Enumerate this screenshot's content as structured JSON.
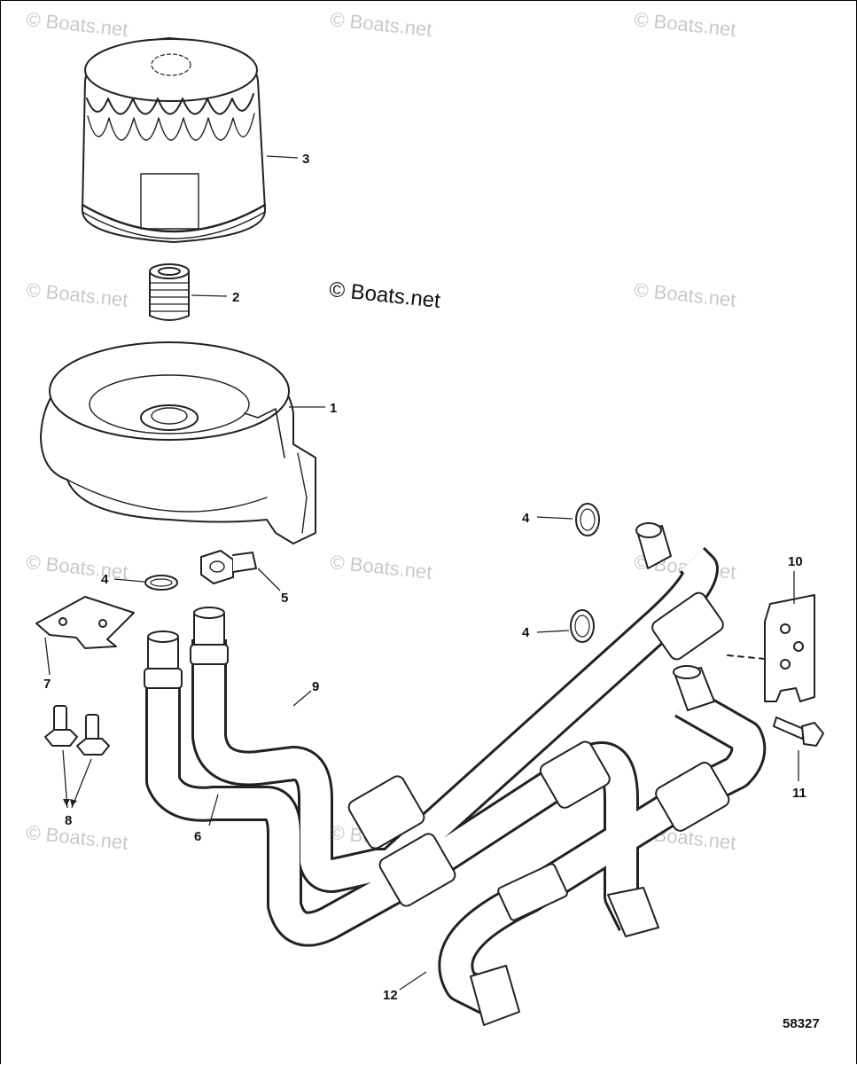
{
  "diagram": {
    "watermark": "© Boats.net",
    "figure_number": "58327",
    "callouts": [
      {
        "id": "c1",
        "label": "1"
      },
      {
        "id": "c2",
        "label": "2"
      },
      {
        "id": "c3",
        "label": "3"
      },
      {
        "id": "c4a",
        "label": "4"
      },
      {
        "id": "c4b",
        "label": "4"
      },
      {
        "id": "c4c",
        "label": "4"
      },
      {
        "id": "c5",
        "label": "5"
      },
      {
        "id": "c6",
        "label": "6"
      },
      {
        "id": "c7",
        "label": "7"
      },
      {
        "id": "c8",
        "label": "8"
      },
      {
        "id": "c9",
        "label": "9"
      },
      {
        "id": "c10",
        "label": "10"
      },
      {
        "id": "c11",
        "label": "11"
      },
      {
        "id": "c12",
        "label": "12"
      }
    ]
  }
}
